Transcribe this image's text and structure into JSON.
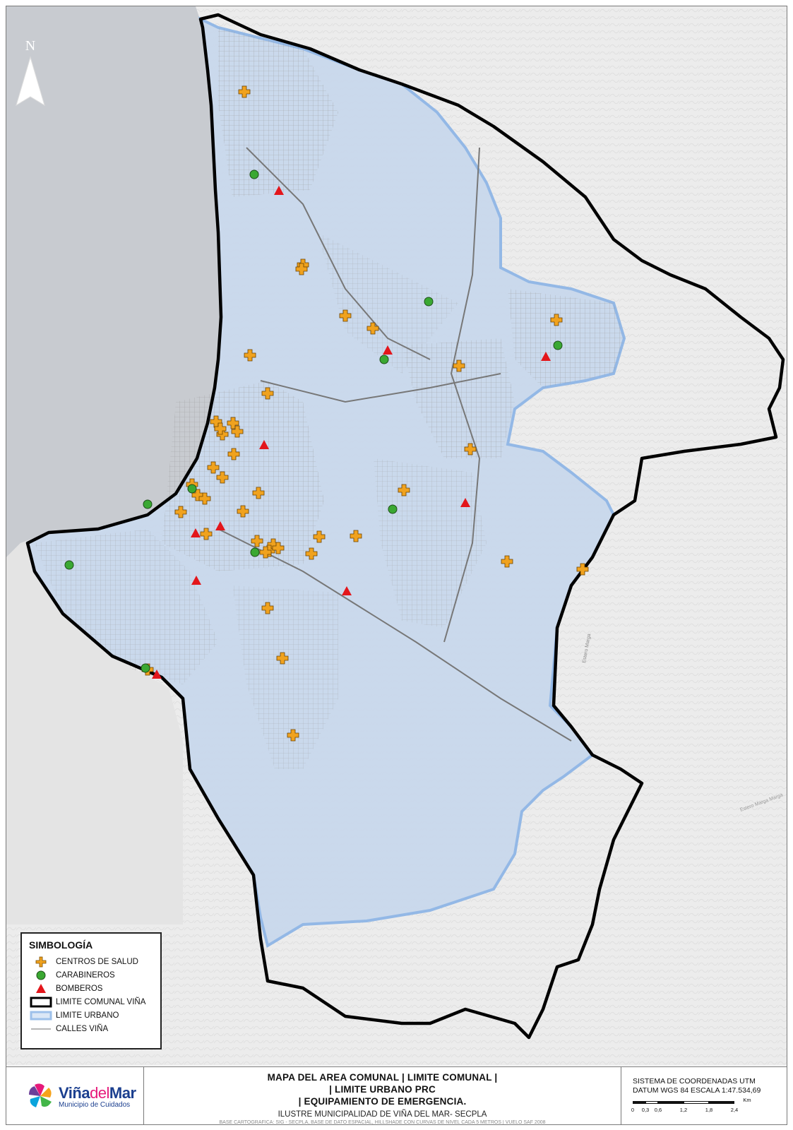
{
  "north_arrow": {
    "label": "N"
  },
  "legend": {
    "title": "SIMBOLOGÍA",
    "items": [
      {
        "label": "CENTROS DE SALUD",
        "icon": "orange-cross-icon",
        "color": "#f0a21e"
      },
      {
        "label": "CARABINEROS",
        "icon": "green-circle-icon",
        "color": "#3aa832"
      },
      {
        "label": "BOMBEROS",
        "icon": "red-triangle-icon",
        "color": "#e3161b"
      },
      {
        "label": "LIMITE COMUNAL VIÑA",
        "icon": "black-outline-box-icon",
        "color": "#000000"
      },
      {
        "label": "LIMITE URBANO",
        "icon": "blue-band-icon",
        "color": "#9dc0ea"
      },
      {
        "label": "CALLES VIÑA",
        "icon": "gray-line-icon",
        "color": "#8a8a8a"
      }
    ]
  },
  "map_labels": {
    "estero": "Estero Marga Marga",
    "road": "Estero Marga"
  },
  "footer": {
    "logo": {
      "name_part1": "Viña",
      "name_part2": "del",
      "name_part3": "Mar",
      "tagline": "Municipio de Cuidados"
    },
    "title_line1": "MAPA DEL AREA COMUNAL | LIMITE COMUNAL |",
    "title_line2": "| LIMITE URBANO PRC",
    "title_line3": "| EQUIPAMIENTO DE EMERGENCIA.",
    "subtitle": "ILUSTRE MUNICIPALIDAD DE VIÑA DEL MAR- SECPLA",
    "source_note": "BASE CARTOGRAFICA: SIG - SECPLA, BASE DE DATO ESPACIAL, HILLSHADE CON CURVAS DE NIVEL CADA 5 METROS | VUELO SAF 2008",
    "coords_line1": "SISTEMA DE COORDENADAS UTM",
    "coords_line2": "DATUM WGS 84 ESCALA 1:47.534,69",
    "scale_labels": [
      "0",
      "0,3",
      "0,6",
      "1,2",
      "1,8",
      "2,4"
    ],
    "scale_unit": "Km"
  },
  "colors": {
    "sea": "#c8cbd0",
    "land": "#ececec",
    "urban_fill": "#c9d8ec",
    "urban_stroke": "#8fb6e6",
    "commune_stroke": "#000000"
  }
}
